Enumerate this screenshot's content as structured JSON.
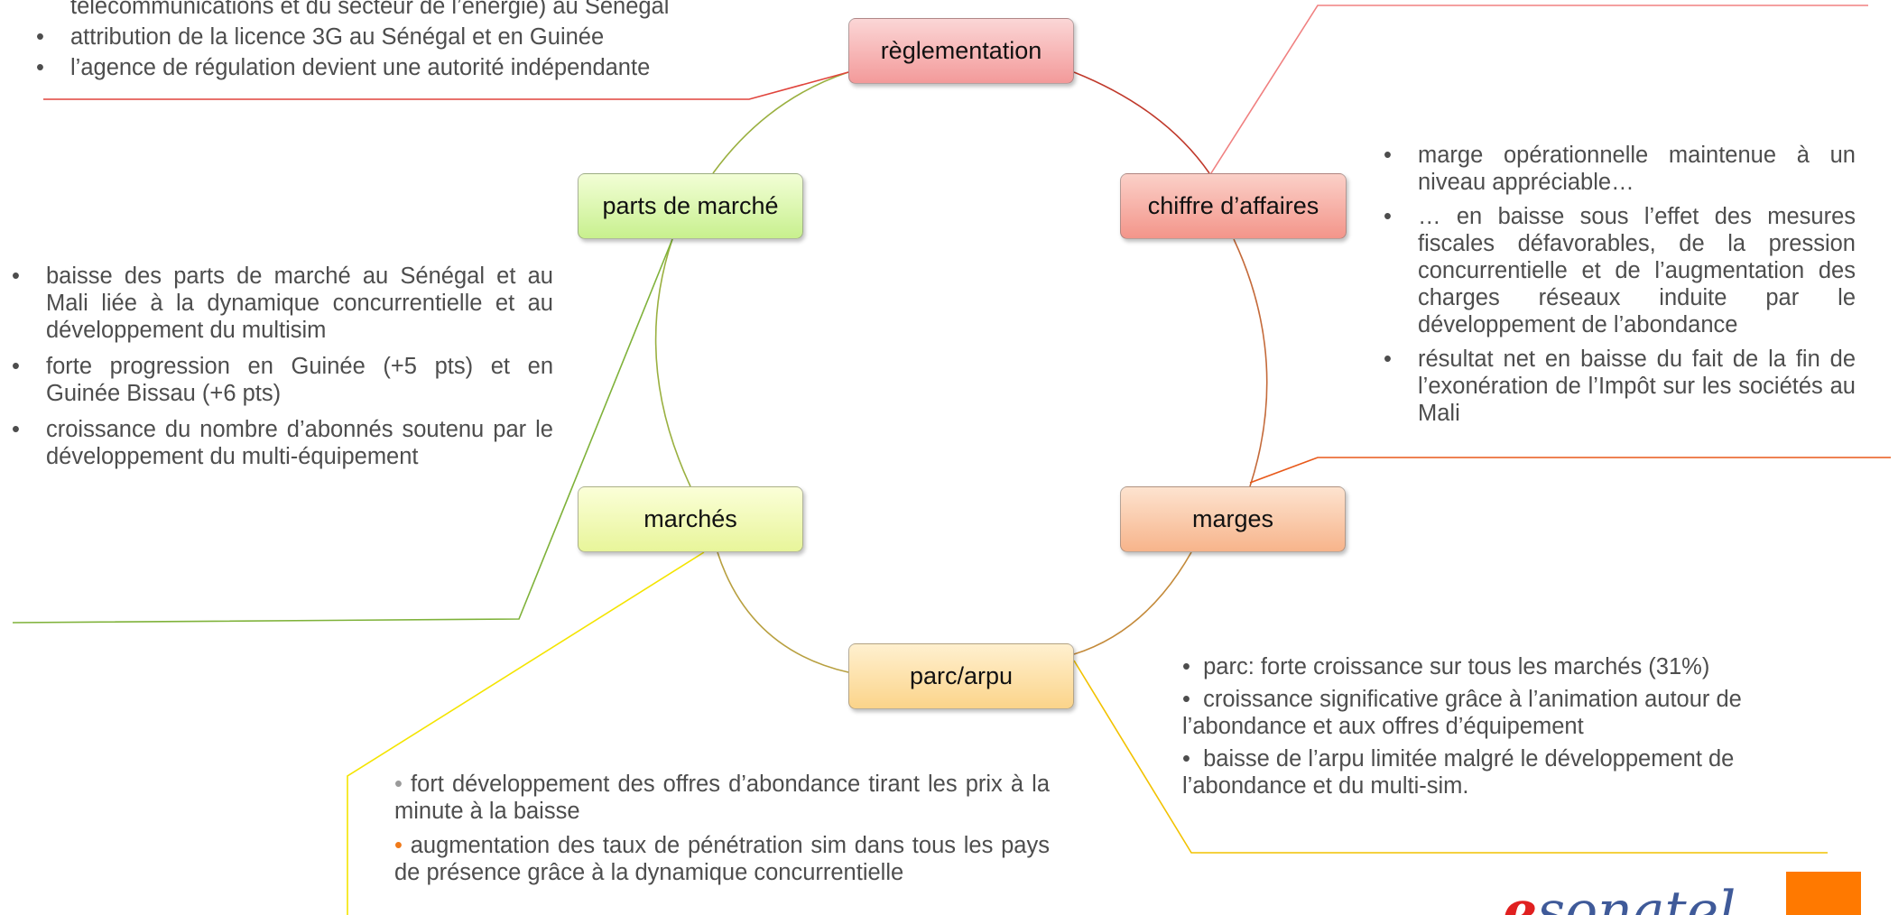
{
  "nodes": {
    "reglementation": "règlementation",
    "chiffre_affaires": "chiffre d’affaires",
    "marges": "marges",
    "parc_arpu": "parc/arpu",
    "marches": "marchés",
    "parts_de_marche": "parts de marché"
  },
  "reglementation_notes": [
    "télécommunications et du secteur de l’énergie) au Sénégal",
    "attribution de la licence 3G au Sénégal et en Guinée",
    "l’agence de régulation devient une autorité indépendante"
  ],
  "parts_notes": [
    "baisse des parts de marché au Sénégal et au Mali liée à la dynamique concurrentielle et au développement du multisim",
    "forte progression en Guinée (+5 pts) et en Guinée Bissau (+6 pts)",
    "croissance du nombre d’abonnés soutenu par le développement du multi-équipement"
  ],
  "chiffre_notes": [
    "marge opérationnelle maintenue à un niveau appréciable…",
    "… en baisse sous l’effet des mesures fiscales défavorables, de la pression concurrentielle et de l’augmentation des charges réseaux induite par le développement de l’abondance",
    "résultat net en baisse du fait de la fin de l’exonération de l’Impôt sur les sociétés au Mali"
  ],
  "parc_notes": [
    "parc: forte croissance sur tous les marchés (31%)",
    "croissance significative grâce à l’animation autour de l’abondance et aux offres d’équipement",
    "baisse de l’arpu limitée malgré le développement de l’abondance et du multi-sim."
  ],
  "marches_notes": [
    "fort développement des offres d’abondance tirant les prix à la minute à la baisse",
    "augmentation des taux de pénétration sim dans tous les pays de présence grâce à la dynamique concurrentielle"
  ],
  "bullet": "•",
  "logo": {
    "text": "sonatel",
    "initial": "e"
  },
  "colors": {
    "reglementation_line": "#e0443c",
    "chiffre_line": "#f08080",
    "marges_line": "#e8591a",
    "parc_line": "#f2c200",
    "marches_line": "#f4e400",
    "parts_line": "#7fb23a",
    "brand_orange": "#ff7900",
    "brand_blue": "#3f5a99"
  }
}
